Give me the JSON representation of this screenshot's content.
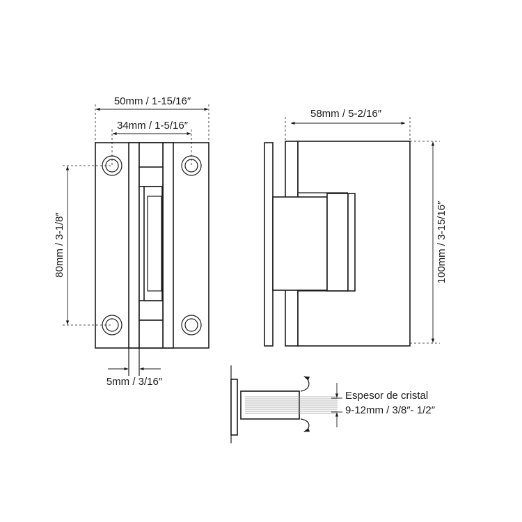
{
  "dimensions": {
    "overall_width": "50mm / 1-15/16″",
    "hole_spacing": "34mm / 1-5/16″",
    "hole_vertical": "80mm / 3-1/8″",
    "gap": "5mm / 3/16″",
    "side_depth": "58mm / 5-2/16″",
    "height": "100mm / 3-15/16″"
  },
  "glass": {
    "title": "Espesor de cristal",
    "range": "9-12mm / 3/8″- 1/2″"
  }
}
